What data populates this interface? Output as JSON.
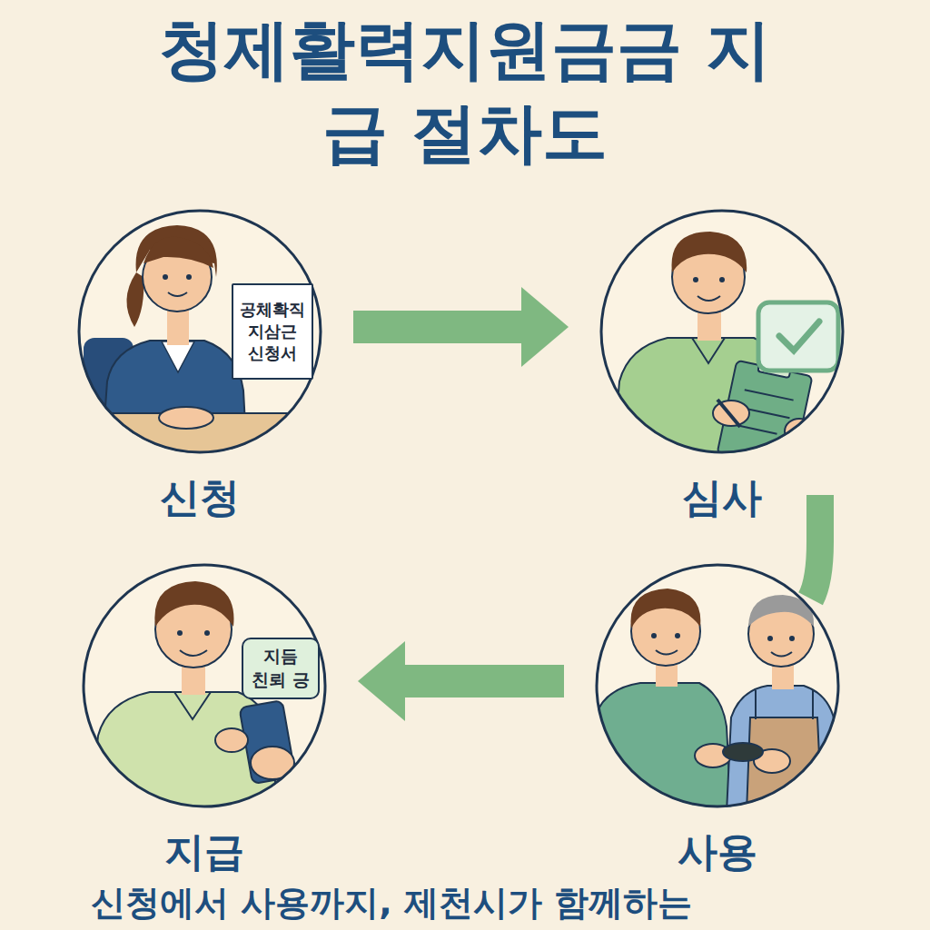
{
  "diagram": {
    "title": "청제활력지원금금 지급 절차도",
    "caption": "신청에서 사용까지, 제천시가 함께하는",
    "nodes": [
      {
        "text": [
          "신청",
          "공체확직 지삼근 신청서"
        ]
      },
      {
        "text": [
          "심사"
        ]
      },
      {
        "text": [
          "지급",
          "지듬 친뢰 긍"
        ]
      },
      {
        "text": [
          "사용"
        ]
      }
    ],
    "edges": [
      {
        "from": 0,
        "to": 1,
        "arrow": "to"
      },
      {
        "from": 1,
        "to": 3,
        "arrow": "none"
      },
      {
        "from": 3,
        "to": 2,
        "arrow": "to"
      }
    ]
  }
}
